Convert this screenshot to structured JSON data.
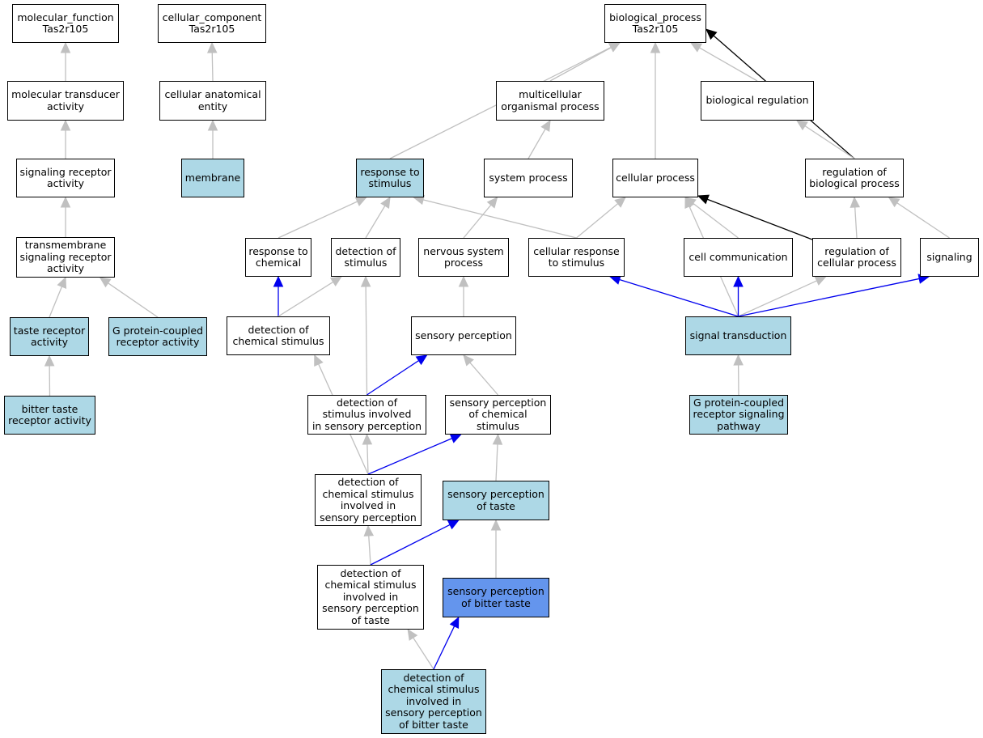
{
  "colors": {
    "plain_fill": "#ffffff",
    "annotated_fill": "#add8e6",
    "focus_fill": "#6495ed",
    "is_a_edge": "#c0c0c0",
    "part_of_edge": "#0000ee",
    "regulates_edge": "#000000"
  },
  "nodes": {
    "mf_root": {
      "label": "molecular_function\nTas2r105",
      "fill": "none"
    },
    "cc_root": {
      "label": "cellular_component\nTas2r105",
      "fill": "none"
    },
    "bp_root": {
      "label": "biological_process\nTas2r105",
      "fill": "none"
    },
    "mol_transducer": {
      "label": "molecular transducer\nactivity",
      "fill": "none"
    },
    "cell_anat": {
      "label": "cellular anatomical\nentity",
      "fill": "none"
    },
    "multicell": {
      "label": "multicellular\norganismal process",
      "fill": "none"
    },
    "bio_reg": {
      "label": "biological regulation",
      "fill": "none"
    },
    "sig_receptor": {
      "label": "signaling receptor\nactivity",
      "fill": "none"
    },
    "membrane": {
      "label": "membrane",
      "fill": "light"
    },
    "resp_stim": {
      "label": "response to\nstimulus",
      "fill": "light"
    },
    "sys_proc": {
      "label": "system process",
      "fill": "none"
    },
    "cell_proc": {
      "label": "cellular process",
      "fill": "none"
    },
    "reg_bio": {
      "label": "regulation of\nbiological process",
      "fill": "none"
    },
    "tm_receptor": {
      "label": "transmembrane\nsignaling receptor\nactivity",
      "fill": "none"
    },
    "resp_chem": {
      "label": "response to\nchemical",
      "fill": "none"
    },
    "det_stim": {
      "label": "detection of\nstimulus",
      "fill": "none"
    },
    "nervous": {
      "label": "nervous system\nprocess",
      "fill": "none"
    },
    "cell_resp": {
      "label": "cellular response\nto stimulus",
      "fill": "none"
    },
    "cell_comm": {
      "label": "cell communication",
      "fill": "none"
    },
    "reg_cell": {
      "label": "regulation of\ncellular process",
      "fill": "none"
    },
    "signaling": {
      "label": "signaling",
      "fill": "none"
    },
    "taste_rec": {
      "label": "taste receptor\nactivity",
      "fill": "light"
    },
    "gpcr_act": {
      "label": "G protein-coupled\nreceptor activity",
      "fill": "light"
    },
    "det_chem": {
      "label": "detection of\nchemical stimulus",
      "fill": "none"
    },
    "sens_perc": {
      "label": "sensory perception",
      "fill": "none"
    },
    "sig_trans": {
      "label": "signal transduction",
      "fill": "light"
    },
    "bitter_rec": {
      "label": "bitter taste\nreceptor activity",
      "fill": "light"
    },
    "det_stim_sens": {
      "label": "detection of\nstimulus involved\nin sensory perception",
      "fill": "none"
    },
    "sens_chem": {
      "label": "sensory perception\nof chemical\nstimulus",
      "fill": "none"
    },
    "gpcr_path": {
      "label": "G protein-coupled\nreceptor signaling\npathway",
      "fill": "light"
    },
    "det_chem_sens": {
      "label": "detection of\nchemical stimulus\ninvolved in\nsensory perception",
      "fill": "none"
    },
    "sens_taste": {
      "label": "sensory perception\nof taste",
      "fill": "light"
    },
    "det_chem_taste": {
      "label": "detection of\nchemical stimulus\ninvolved in\nsensory perception\nof taste",
      "fill": "none"
    },
    "sens_bitter": {
      "label": "sensory perception\nof bitter taste",
      "fill": "strong"
    },
    "det_chem_bitter": {
      "label": "detection of\nchemical stimulus\ninvolved in\nsensory perception\nof bitter taste",
      "fill": "light"
    }
  },
  "edges": [
    {
      "from": "mol_transducer",
      "to": "mf_root",
      "type": "is_a"
    },
    {
      "from": "cell_anat",
      "to": "cc_root",
      "type": "is_a"
    },
    {
      "from": "sig_receptor",
      "to": "mol_transducer",
      "type": "is_a"
    },
    {
      "from": "membrane",
      "to": "cell_anat",
      "type": "is_a"
    },
    {
      "from": "tm_receptor",
      "to": "sig_receptor",
      "type": "is_a"
    },
    {
      "from": "taste_rec",
      "to": "tm_receptor",
      "type": "is_a"
    },
    {
      "from": "gpcr_act",
      "to": "tm_receptor",
      "type": "is_a"
    },
    {
      "from": "bitter_rec",
      "to": "taste_rec",
      "type": "is_a"
    },
    {
      "from": "resp_stim",
      "to": "bp_root",
      "type": "is_a"
    },
    {
      "from": "multicell",
      "to": "bp_root",
      "type": "is_a"
    },
    {
      "from": "cell_proc",
      "to": "bp_root",
      "type": "is_a"
    },
    {
      "from": "bio_reg",
      "to": "bp_root",
      "type": "is_a"
    },
    {
      "from": "reg_bio",
      "to": "bp_root",
      "type": "regulates"
    },
    {
      "from": "sys_proc",
      "to": "multicell",
      "type": "is_a"
    },
    {
      "from": "reg_bio",
      "to": "bio_reg",
      "type": "is_a"
    },
    {
      "from": "resp_chem",
      "to": "resp_stim",
      "type": "is_a"
    },
    {
      "from": "det_stim",
      "to": "resp_stim",
      "type": "is_a"
    },
    {
      "from": "cell_resp",
      "to": "resp_stim",
      "type": "is_a"
    },
    {
      "from": "nervous",
      "to": "sys_proc",
      "type": "is_a"
    },
    {
      "from": "cell_resp",
      "to": "cell_proc",
      "type": "is_a"
    },
    {
      "from": "cell_comm",
      "to": "cell_proc",
      "type": "is_a"
    },
    {
      "from": "reg_cell",
      "to": "cell_proc",
      "type": "regulates"
    },
    {
      "from": "sig_trans",
      "to": "cell_proc",
      "type": "is_a"
    },
    {
      "from": "reg_cell",
      "to": "reg_bio",
      "type": "is_a"
    },
    {
      "from": "signaling",
      "to": "reg_bio",
      "type": "is_a"
    },
    {
      "from": "det_chem",
      "to": "resp_chem",
      "type": "part_of"
    },
    {
      "from": "det_chem",
      "to": "det_stim",
      "type": "is_a"
    },
    {
      "from": "sens_perc",
      "to": "nervous",
      "type": "is_a"
    },
    {
      "from": "sig_trans",
      "to": "cell_resp",
      "type": "part_of"
    },
    {
      "from": "sig_trans",
      "to": "cell_comm",
      "type": "part_of"
    },
    {
      "from": "sig_trans",
      "to": "reg_cell",
      "type": "is_a"
    },
    {
      "from": "sig_trans",
      "to": "signaling",
      "type": "part_of"
    },
    {
      "from": "det_stim_sens",
      "to": "det_stim",
      "type": "is_a"
    },
    {
      "from": "det_stim_sens",
      "to": "sens_perc",
      "type": "part_of"
    },
    {
      "from": "sens_chem",
      "to": "sens_perc",
      "type": "is_a"
    },
    {
      "from": "gpcr_path",
      "to": "sig_trans",
      "type": "is_a"
    },
    {
      "from": "det_chem_sens",
      "to": "det_chem",
      "type": "is_a"
    },
    {
      "from": "det_chem_sens",
      "to": "det_stim_sens",
      "type": "is_a"
    },
    {
      "from": "det_chem_sens",
      "to": "sens_chem",
      "type": "part_of"
    },
    {
      "from": "sens_taste",
      "to": "sens_chem",
      "type": "is_a"
    },
    {
      "from": "det_chem_taste",
      "to": "det_chem_sens",
      "type": "is_a"
    },
    {
      "from": "det_chem_taste",
      "to": "sens_taste",
      "type": "part_of"
    },
    {
      "from": "sens_bitter",
      "to": "sens_taste",
      "type": "is_a"
    },
    {
      "from": "det_chem_bitter",
      "to": "det_chem_taste",
      "type": "is_a"
    },
    {
      "from": "det_chem_bitter",
      "to": "sens_bitter",
      "type": "part_of"
    }
  ]
}
